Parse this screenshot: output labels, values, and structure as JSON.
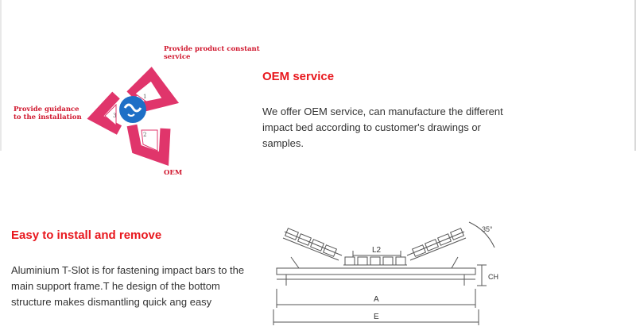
{
  "oem_diagram": {
    "label_top": "Provide product constant",
    "label_top_line2": "service",
    "label_left": "Provide guidance",
    "label_left_line2": "to the installation",
    "label_bottom": "OEM",
    "num_1": "1",
    "num_2": "2",
    "num_3": "3",
    "accent_color": "#e0356b",
    "center_color": "#1e6fc6"
  },
  "oem": {
    "title": "OEM service",
    "description_lines": [
      "We offer OEM service, can manufacture the different",
      "impact bed according to customer's drawings or",
      "samples."
    ]
  },
  "install": {
    "title": "Easy to install and remove",
    "description_lines": [
      "Aluminium T-Slot is for fastening impact bars to the",
      "main support frame.T he design of the bottom",
      "structure makes dismantling quick ang easy"
    ]
  },
  "drawing": {
    "angle": "35°",
    "dim_L2": "L2",
    "dim_CH": "CH",
    "dim_A": "A",
    "dim_E": "E"
  }
}
